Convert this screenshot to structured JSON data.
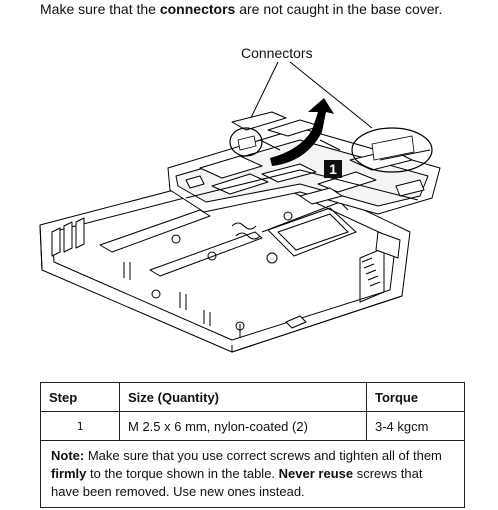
{
  "intro": {
    "pre": "Make sure that the ",
    "bold": "connectors",
    "post": " are not caught in the base cover."
  },
  "figure": {
    "callout_label": "Connectors",
    "step_badge": "1"
  },
  "table": {
    "headers": {
      "step": "Step",
      "size": "Size (Quantity)",
      "torque": "Torque"
    },
    "rows": [
      {
        "step": "1",
        "size": "M 2.5 x 6 mm, nylon-coated (2)",
        "torque": "3-4 kgcm"
      }
    ],
    "note": {
      "label": "Note:",
      "t1": " Make sure that you use correct screws and tighten all of them ",
      "b1": "firmly",
      "t2": " to the torque shown in the table. ",
      "b2": "Never reuse",
      "t3": " screws that have been removed. Use new ones instead."
    }
  }
}
